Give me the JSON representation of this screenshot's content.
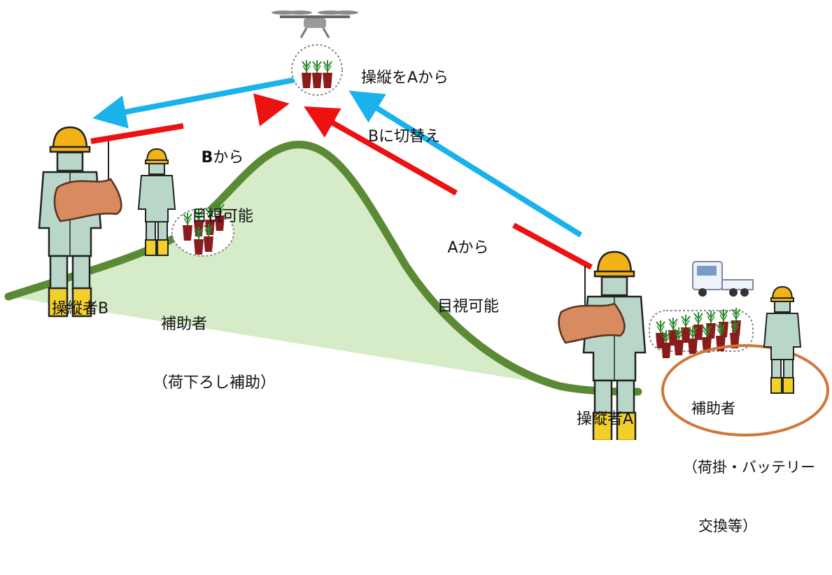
{
  "labels": {
    "switch_line1": "操縦をAから",
    "switch_line2": "Bに切替え",
    "b_visible_line1_bold": "B",
    "b_visible_line1_rest": "から",
    "b_visible_line2": "目視可能",
    "a_visible_line1": "Aから",
    "a_visible_line2": "目視可能",
    "operator_b": "操縦者B",
    "operator_a": "操縦者A",
    "helper_b_line1": "補助者",
    "helper_b_line2": "（荷下ろし補助）",
    "helper_a_line1": "補助者",
    "helper_a_line2": "（荷掛・バッテリー",
    "helper_a_line3": "交換等）"
  },
  "colors": {
    "blue_arrow": "#1ab2ea",
    "red_arrow": "#ee1111",
    "hill_line": "#5b8a35",
    "hill_fill": "#d6ebc8",
    "helper_circle": "#d0773a",
    "worker_body": "#b9d7c8",
    "helmet": "#f3b318",
    "boots": "#f3cf2a",
    "controller": "#d88a60",
    "seedling_pot": "#8a1c1c",
    "seedling_leaf": "#2e8b2e"
  }
}
